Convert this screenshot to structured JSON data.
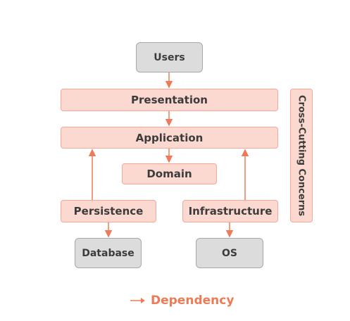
{
  "nodes": {
    "users": "Users",
    "presentation": "Presentation",
    "application": "Application",
    "domain": "Domain",
    "persistence": "Persistence",
    "infrastructure": "Infrastructure",
    "database": "Database",
    "os": "OS",
    "cross_cutting": "Cross-Cutting Concerns"
  },
  "legend": {
    "label": "Dependency"
  },
  "colors": {
    "layer_fill": "#fbd8d0",
    "layer_border": "#f5a897",
    "external_fill": "#dcdcdc",
    "external_border": "#a8a8a8",
    "arrow": "#ee7a56"
  },
  "edges": [
    [
      "users",
      "presentation"
    ],
    [
      "presentation",
      "application"
    ],
    [
      "application",
      "domain"
    ],
    [
      "persistence",
      "application"
    ],
    [
      "infrastructure",
      "application"
    ],
    [
      "persistence",
      "database"
    ],
    [
      "infrastructure",
      "os"
    ]
  ]
}
